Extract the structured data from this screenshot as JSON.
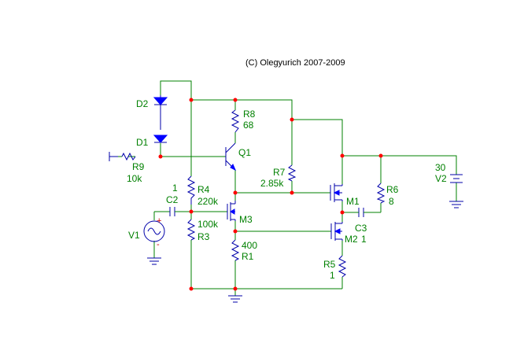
{
  "copyright": "(C) Olegyurich 2007-2009",
  "components": {
    "D1": {
      "ref": "D1"
    },
    "D2": {
      "ref": "D2"
    },
    "Q1": {
      "ref": "Q1"
    },
    "M1": {
      "ref": "M1"
    },
    "M2": {
      "ref": "M2"
    },
    "M3": {
      "ref": "M3"
    },
    "R1": {
      "ref": "R1",
      "value": "400"
    },
    "R3": {
      "ref": "R3",
      "value": "100k"
    },
    "R4": {
      "ref": "R4",
      "value": "220k"
    },
    "R5": {
      "ref": "R5",
      "value": "1"
    },
    "R6": {
      "ref": "R6",
      "value": "8"
    },
    "R7": {
      "ref": "R7",
      "value": "2.85k"
    },
    "R8": {
      "ref": "R8",
      "value": "68"
    },
    "R9": {
      "ref": "R9",
      "value": "10k"
    },
    "C2": {
      "ref": "C2",
      "value": "1"
    },
    "C3": {
      "ref": "C3",
      "value": "1"
    },
    "V1": {
      "ref": "V1",
      "plus": "+",
      "minus": "-"
    },
    "V2": {
      "ref": "V2",
      "value": "30"
    }
  }
}
